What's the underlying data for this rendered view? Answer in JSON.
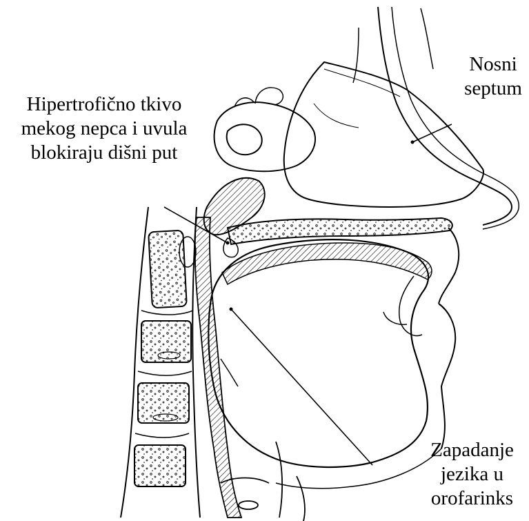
{
  "labels": {
    "palate": [
      "Hipertrofično tkivo",
      "mekog nepca i uvula",
      "blokiraju dišni put"
    ],
    "septum": [
      "Nosni",
      "septum"
    ],
    "tongue": [
      "Zapadanje",
      "jezika u",
      "orofarinks"
    ]
  }
}
